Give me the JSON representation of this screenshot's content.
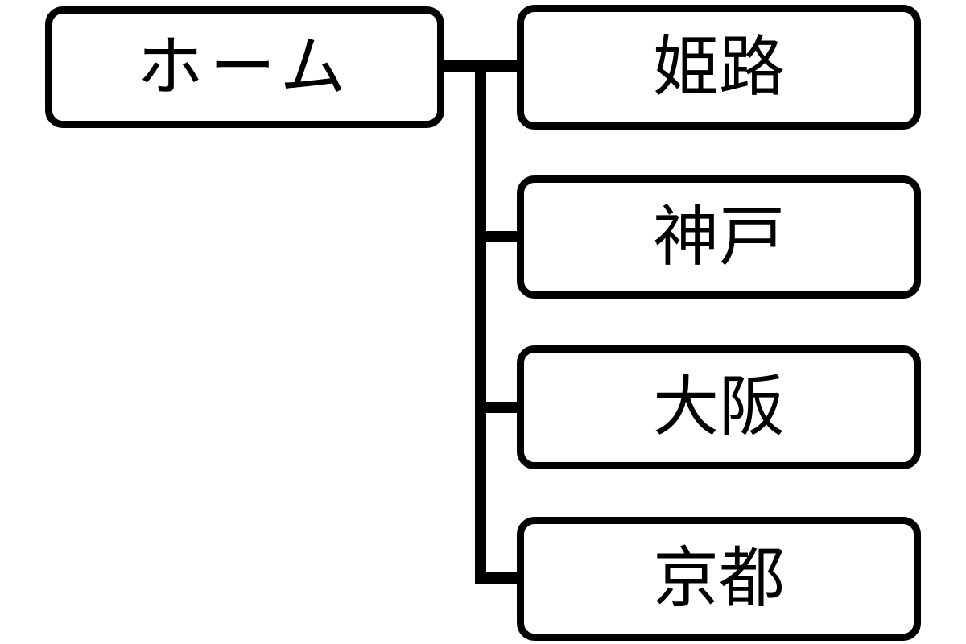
{
  "root": {
    "label": "ホーム"
  },
  "children": [
    {
      "label": "姫路"
    },
    {
      "label": "神戸"
    },
    {
      "label": "大阪"
    },
    {
      "label": "京都"
    }
  ],
  "colors": {
    "stroke": "#000000",
    "fill": "#ffffff",
    "text": "#000000"
  }
}
